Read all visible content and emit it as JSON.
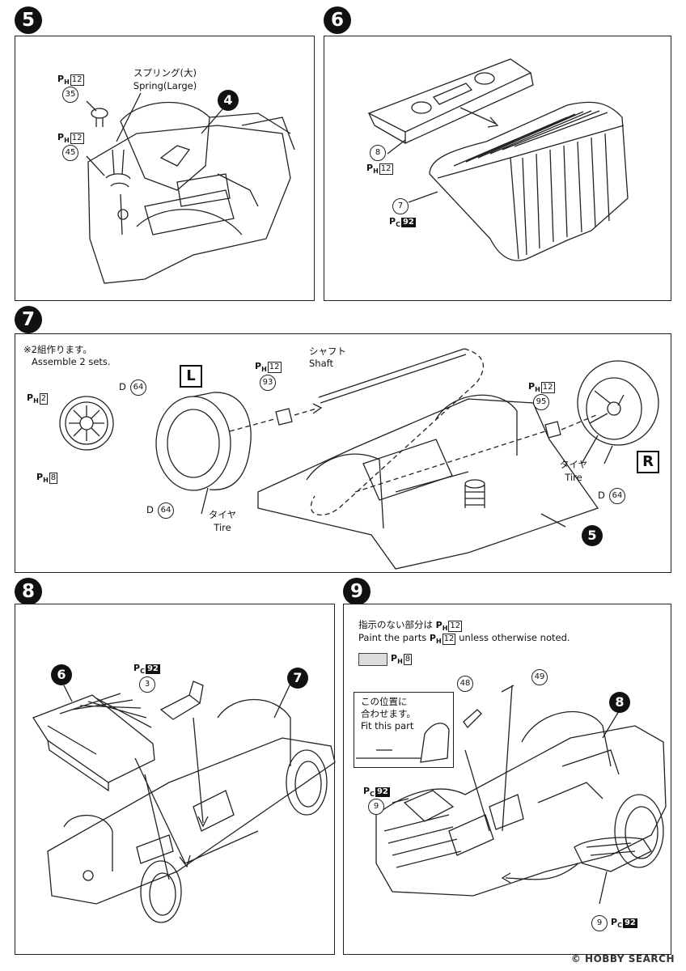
{
  "steps": {
    "s5": {
      "number": "5",
      "refs": {
        "part4": "4"
      },
      "callouts": {
        "a": {
          "paint": "P",
          "paint_sub": "H",
          "color": "12",
          "part": "35"
        },
        "b": {
          "paint": "P",
          "paint_sub": "H",
          "color": "12",
          "part": "45"
        }
      },
      "spring_jp": "スプリング(大)",
      "spring_en": "Spring(Large)"
    },
    "s6": {
      "number": "6",
      "callouts": {
        "a": {
          "part": "8",
          "paint": "P",
          "paint_sub": "H",
          "color": "12"
        },
        "b": {
          "part": "7",
          "paint": "P",
          "paint_sub": "C",
          "color": "92"
        }
      }
    },
    "s7": {
      "number": "7",
      "note_jp": "※2組作ります。",
      "note_en": "Assemble 2 sets.",
      "wheel_part": "D",
      "wheel_num": "64",
      "wheel_paint_a": {
        "paint": "P",
        "paint_sub": "H",
        "color": "2"
      },
      "wheel_paint_b": {
        "paint": "P",
        "paint_sub": "H",
        "color": "8"
      },
      "left_letter": "L",
      "right_letter": "R",
      "left_tire": {
        "part": "D",
        "num": "64",
        "jp": "タイヤ",
        "en": "Tire"
      },
      "right_tire": {
        "part": "D",
        "num": "64",
        "jp": "タイヤ",
        "en": "Tire"
      },
      "shaft_jp": "シャフト",
      "shaft_en": "Shaft",
      "left_cap": {
        "paint": "P",
        "paint_sub": "H",
        "color": "12",
        "part": "93"
      },
      "right_cap": {
        "paint": "P",
        "paint_sub": "H",
        "color": "12",
        "part": "95"
      },
      "chassis_ref": "5"
    },
    "s8": {
      "number": "8",
      "ref_seat": "6",
      "ref_chassis": "7",
      "part": {
        "paint": "P",
        "paint_sub": "C",
        "color": "92",
        "part": "3"
      }
    },
    "s9": {
      "number": "9",
      "note_jp": "指示のない部分は",
      "note_jp_paint": {
        "paint": "P",
        "paint_sub": "H",
        "color": "12"
      },
      "note_en_a": "Paint the parts",
      "note_en_paint": {
        "paint": "P",
        "paint_sub": "H",
        "color": "12"
      },
      "note_en_b": "unless otherwise noted.",
      "swatch_paint": {
        "paint": "P",
        "paint_sub": "H",
        "color": "8"
      },
      "inset_jp1": "この位置に",
      "inset_jp2": "合わせます。",
      "inset_en1": "Fit this part",
      "part48": "48",
      "part49": "49",
      "ref_chassis": "8",
      "seat_a": {
        "paint": "P",
        "paint_sub": "C",
        "color": "92",
        "part": "9"
      },
      "seat_b": {
        "part": "9",
        "paint": "P",
        "paint_sub": "C",
        "color": "92"
      }
    }
  },
  "watermark": "HOBBY SEARCH",
  "watermark_sub": "©",
  "colors": {
    "ink": "#111111",
    "swatch": "#dcdcdc"
  }
}
